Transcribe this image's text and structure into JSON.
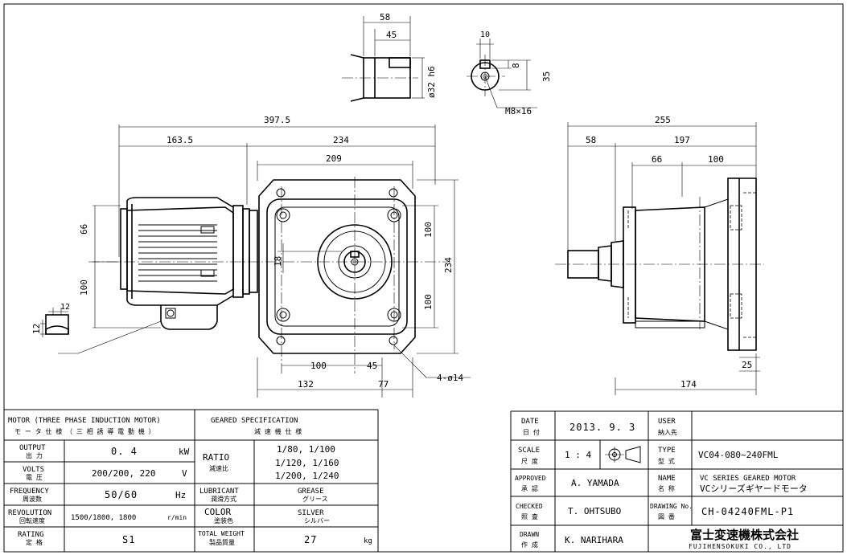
{
  "dims": {
    "top_58": "58",
    "top_45": "45",
    "shaft_dia": "ø32 h6",
    "key_10": "10",
    "key_8": "8",
    "key_35": "35",
    "tap": "M8×16",
    "overall": "397.5",
    "motor_len": "163.5",
    "gear_len": "234",
    "gear_209": "209",
    "h66": "66",
    "h100": "100",
    "foot_w": "12",
    "foot_h": "12",
    "sq18": "18",
    "v100a": "100",
    "v100b": "100",
    "v234": "234",
    "b100": "100",
    "b45": "45",
    "b132": "132",
    "b77": "77",
    "holes": "4-ø14",
    "s255": "255",
    "s58": "58",
    "s197": "197",
    "s66": "66",
    "s100": "100",
    "s25": "25",
    "s174": "174"
  },
  "motor": {
    "header_en": "MOTOR (THREE PHASE INDUCTION MOTOR)",
    "header_jp": "モ ー タ 仕 様 （ 三 相 誘 導 電 動 機 ）",
    "rows": [
      {
        "en": "OUTPUT",
        "jp": "出 力",
        "value": "0. 4",
        "unit": "kW"
      },
      {
        "en": "VOLTS",
        "jp": "電 圧",
        "value": "200/200, 220",
        "unit": "V"
      },
      {
        "en": "FREQUENCY",
        "jp": "周波数",
        "value": "50/60",
        "unit": "Hz"
      },
      {
        "en": "REVOLUTION",
        "jp": "回転速度",
        "value": "1500/1800, 1800",
        "unit": "r/min"
      },
      {
        "en": "RATING",
        "jp": "定 格",
        "value": "S1",
        "unit": ""
      }
    ]
  },
  "gear": {
    "header_en": "GEARED SPECIFICATION",
    "header_jp": "減 速 機 仕 様",
    "ratio_en": "RATIO",
    "ratio_jp": "減速比",
    "ratio_lines": [
      "1/80, 1/100",
      "1/120, 1/160",
      "1/200, 1/240"
    ],
    "lub_en": "LUBRICANT",
    "lub_jp": "潤滑方式",
    "lub_value": "GREASE",
    "lub_value_jp": "グリース",
    "color_en": "COLOR",
    "color_jp": "塗装色",
    "color_value": "SILVER",
    "color_value_jp": "シルバー",
    "weight_en": "TOTAL WEIGHT",
    "weight_jp": "製品質量",
    "weight_value": "27",
    "weight_unit": "kg"
  },
  "title_block": {
    "date_en": "DATE",
    "date_jp": "日 付",
    "date_value": "2013. 9. 3",
    "user_en": "USER",
    "user_jp": "納入先",
    "user_value": "",
    "scale_en": "SCALE",
    "scale_jp": "尺 度",
    "scale_value": "1 : 4",
    "type_en": "TYPE",
    "type_jp": "型 式",
    "type_value": "VC04-080~240FML",
    "approved_en": "APPROVED",
    "approved_jp": "承 認",
    "approved_value": "A. YAMADA",
    "name_en": "NAME",
    "name_jp": "名 称",
    "name_value_en": "VC SERIES GEARED MOTOR",
    "name_value_jp": "VCシリーズギヤードモータ",
    "checked_en": "CHECKED",
    "checked_jp": "照 査",
    "checked_value": "T. OHTSUBO",
    "drawing_en": "DRAWING No.",
    "drawing_jp": "図 番",
    "drawing_value": "CH-04240FML-P1",
    "drawn_en": "DRAWN",
    "drawn_jp": "作 成",
    "drawn_value": "K. NARIHARA",
    "company_jp": "富士変速機株式会社",
    "company_en": "FUJIHENSOKUKI CO., LTD"
  },
  "icons": {
    "projection": "third-angle-projection-icon"
  }
}
